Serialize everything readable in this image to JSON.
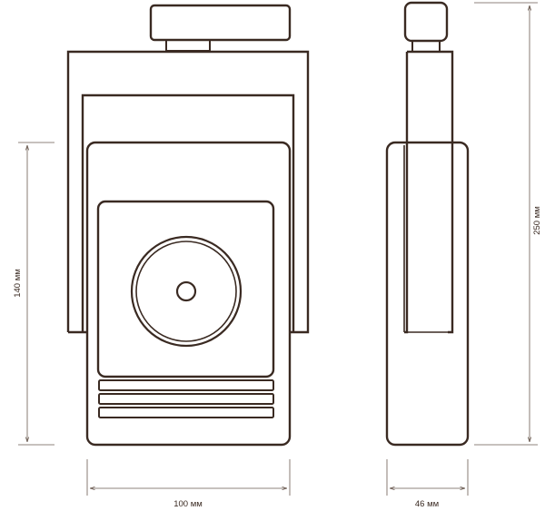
{
  "dimensions": {
    "height_front": "140 мм",
    "height_total": "250 мм",
    "width_front": "100 мм",
    "width_side": "46 мм"
  },
  "colors": {
    "outline": "#3a2a22",
    "dimension_line": "#6a5a50",
    "background": "#ffffff"
  }
}
